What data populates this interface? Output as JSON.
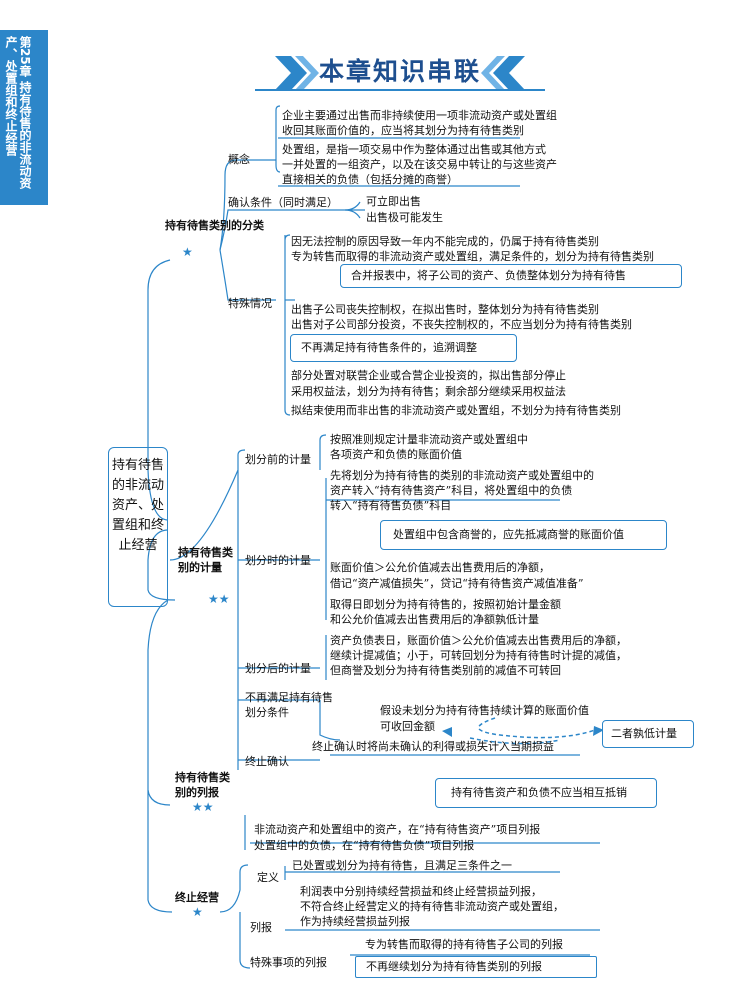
{
  "sidebar": {
    "chapter": "第25章",
    "title": "持有待售的非流动资产、处置组和终止经营"
  },
  "page_title": "本章知识串联",
  "root": "持有待售的非流动资产、处置组和终止经营",
  "b1": {
    "label": "持有待售类别的分类",
    "stars": "★",
    "gainian": "概念",
    "g1": "企业主要通过出售而非持续使用一项非流动资产或处置组",
    "g2": "收回其账面价值的，应当将其划分为持有待售类别",
    "g3": "处置组，是指一项交易中作为整体通过出售或其他方式",
    "g4": "一并处置的一组资产，以及在该交易中转让的与这些资产",
    "g5": "直接相关的负债（包括分摊的商誉）",
    "queren": "确认条件（同时满足）",
    "q1": "可立即出售",
    "q2": "出售极可能发生",
    "teshu": "特殊情况",
    "s1": "因无法控制的原因导致一年内不能完成的，仍属于持有待售类别",
    "s2": "专为转售而取得的非流动资产或处置组，满足条件的，划分为持有待售类别",
    "s3": "合并报表中，将子公司的资产、负债整体划分为持有待售",
    "s4": "出售子公司丧失控制权，在拟出售时，整体划分为持有待售类别",
    "s5": "出售对子公司部分投资，不丧失控制权的，不应当划分为持有待售类别",
    "s6": "不再满足持有待售条件的，追溯调整",
    "s7": "部分处置对联营企业或合营企业投资的，拟出售部分停止",
    "s8": "采用权益法，划分为持有待售；剩余部分继续采用权益法",
    "s9": "拟结束使用而非出售的非流动资产或处置组，不划分为持有待售类别"
  },
  "b2": {
    "label": "持有待售类别的计量",
    "stars": "★★",
    "qian": "划分前的计量",
    "qian1": "按照准则规定计量非流动资产或处置组中",
    "qian2": "各项资产和负债的账面价值",
    "shi": "划分时的计量",
    "shi1": "先将划分为持有待售的类别的非流动资产或处置组中的",
    "shi2": "资产转入“持有待售资产”科目，将处置组中的负债",
    "shi3": "转入“持有待售负债”科目",
    "shi4": "处置组中包含商誉的，应先抵减商誉的账面价值",
    "shi5": "账面价值＞公允价值减去出售费用后的净额，",
    "shi6": "借记“资产减值损失”，贷记“持有待售资产减值准备”",
    "shi7": "取得日即划分为持有待售的，按照初始计量金额",
    "shi8": "和公允价值减去出售费用后的净额孰低计量",
    "hou": "划分后的计量",
    "hou1": "资产负债表日，账面价值＞公允价值减去出售费用后的净额，",
    "hou2": "继续计提减值；小于，可转回划分为持有待售时计提的减值，",
    "hou3": "但商誉及划分为持有待售类别前的减值不可转回",
    "bu1": "不再满足持有待售",
    "bu2": "划分条件",
    "bu3": "假设未划分为持有待售持续计算的账面价值",
    "bu4": "可收回金额",
    "bu5": "二者孰低计量",
    "zhong": "终止确认",
    "zhong1": "终止确认时将尚未确认的利得或损失计入当期损益"
  },
  "b3": {
    "label": "持有待售类别的列报",
    "stars": "★★",
    "l1": "持有待售资产和负债不应当相互抵销",
    "l2": "非流动资产和处置组中的资产，在“持有待售资产”项目列报",
    "l3": "处置组中的负债，在“持有待售负债”项目列报"
  },
  "b4": {
    "label": "终止经营",
    "stars": "★",
    "dingyi": "定义",
    "d1": "已处置或划分为持有待售，且满足三条件之一",
    "liebao": "列报",
    "lb1": "利润表中分别持续经营损益和终止经营损益列报，",
    "lb2": "不符合终止经营定义的持有待售非流动资产或处置组，",
    "lb3": "作为持续经营损益列报",
    "teshu": "特殊事项的列报",
    "ts1": "专为转售而取得的持有待售子公司的列报",
    "ts2": "不再继续划分为持有待售类别的列报"
  }
}
